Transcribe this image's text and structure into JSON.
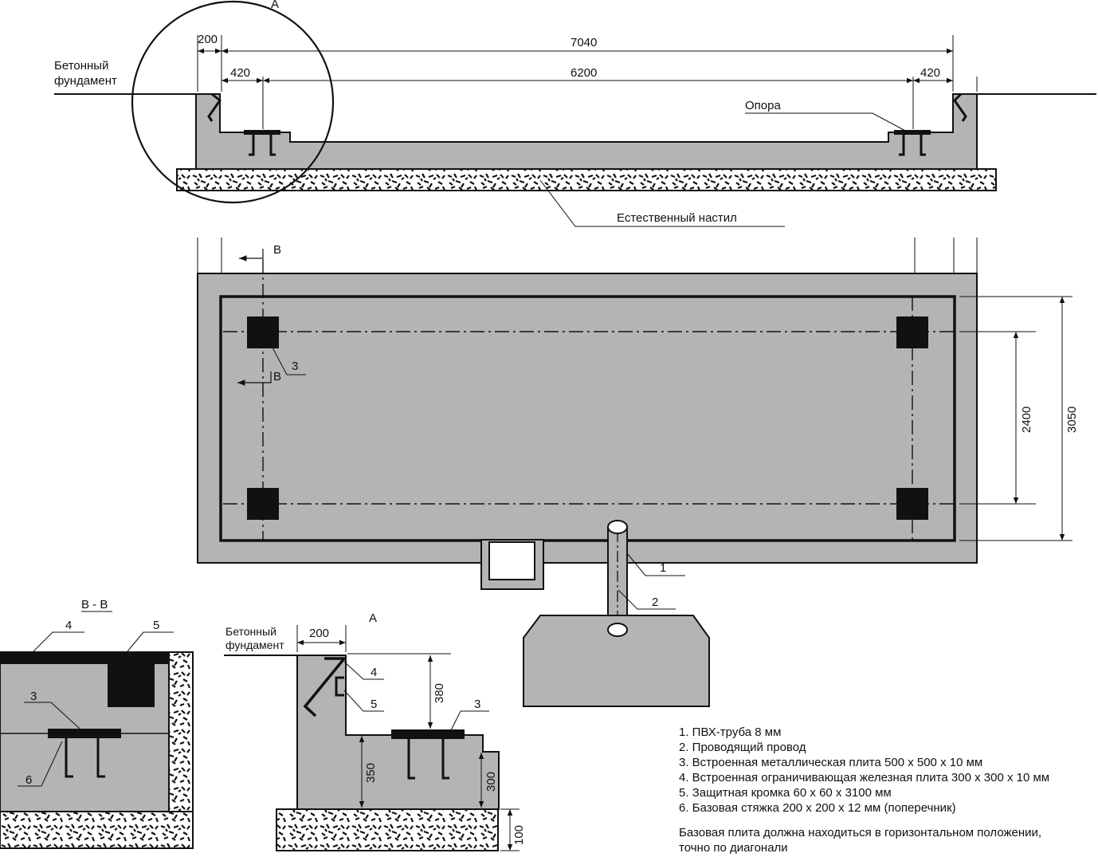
{
  "elevation": {
    "label_foundation": "Бетонный фундамент",
    "label_foundation_line1": "Бетонный",
    "label_foundation_line2": "фундамент",
    "label_support": "Опора",
    "label_natural_floor": "Естественный настил",
    "detail_marker": "A",
    "dim_200": "200",
    "dim_7040": "7040",
    "dim_420_left": "420",
    "dim_6200": "6200",
    "dim_420_right": "420"
  },
  "plan": {
    "section_mark_top": "B",
    "section_mark_bottom": "B",
    "callout_3": "3",
    "callout_1": "1",
    "callout_2": "2",
    "dim_2400": "2400",
    "dim_3050": "3050"
  },
  "section_bb": {
    "title": "B - B",
    "callout_4": "4",
    "callout_5": "5",
    "callout_3": "3",
    "callout_6": "6"
  },
  "detail_a": {
    "title": "A",
    "label_foundation_line1": "Бетонный",
    "label_foundation_line2": "фундамент",
    "dim_200": "200",
    "dim_380": "380",
    "dim_350": "350",
    "dim_300": "300",
    "dim_100": "100",
    "callout_4": "4",
    "callout_5": "5",
    "callout_3": "3"
  },
  "legend": {
    "items": [
      "1. ПВХ-труба 8 мм",
      "2. Проводящий провод",
      "3. Встроенная металлическая плита 500 x 500 x 10 мм",
      "4. Встроенная ограничивающая железная плита 300 x 300 x 10 мм",
      "5. Защитная кромка 60 x 60 x 3100 мм",
      "6. Базовая стяжка 200 x 200 x 12 мм (поперечник)"
    ],
    "remark": "Базовая плита должна находиться в горизонтальном положении, точно по диагонали"
  },
  "colors": {
    "concrete": "#b4b4b4",
    "line": "#111111",
    "plate": "#111111",
    "gravel_bg": "#ffffff"
  }
}
